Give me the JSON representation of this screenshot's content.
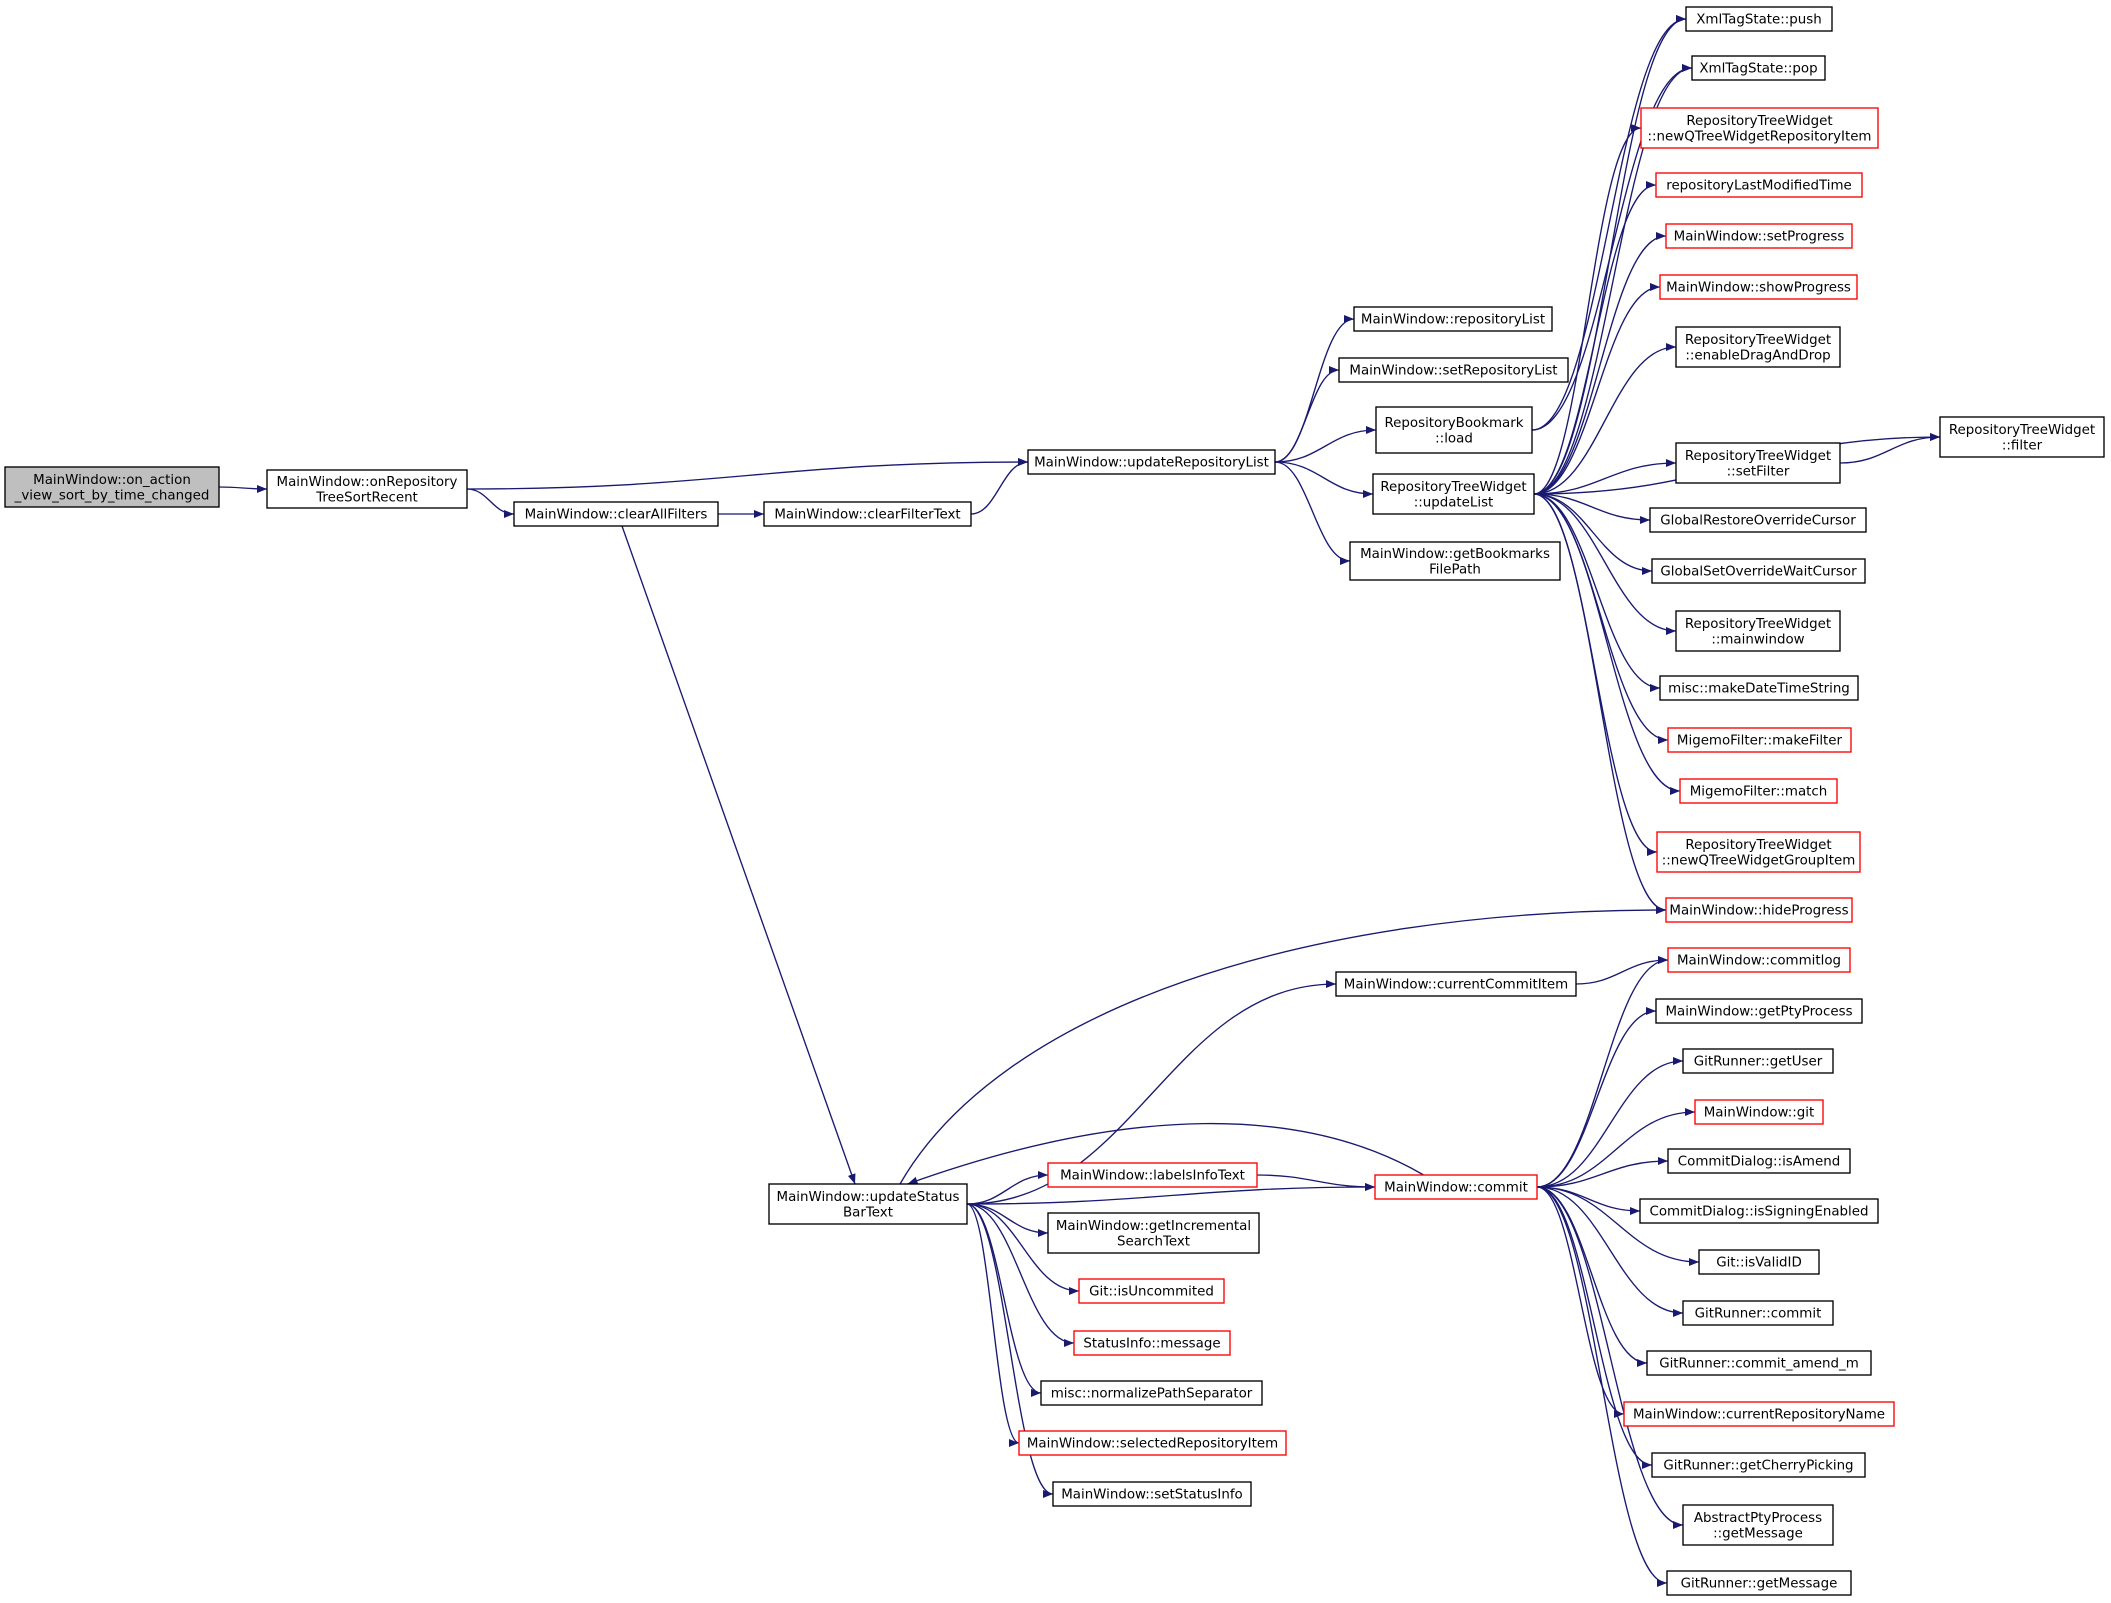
{
  "colors": {
    "edge": "#191970",
    "border_normal": "#000000",
    "border_truncated": "#ff0000",
    "root_fill": "#bfbfbf",
    "node_fill": "#ffffff"
  },
  "nodes": [
    {
      "id": "root",
      "lines": [
        "MainWindow::on_action",
        "_view_sort_by_time_changed"
      ],
      "style": "root"
    },
    {
      "id": "onRepositoryTreeSortRecent",
      "lines": [
        "MainWindow::onRepository",
        "TreeSortRecent"
      ],
      "style": "normal"
    },
    {
      "id": "clearAllFilters",
      "lines": [
        "MainWindow::clearAllFilters"
      ],
      "style": "normal"
    },
    {
      "id": "clearFilterText",
      "lines": [
        "MainWindow::clearFilterText"
      ],
      "style": "normal"
    },
    {
      "id": "updateRepositoryList",
      "lines": [
        "MainWindow::updateRepositoryList"
      ],
      "style": "normal"
    },
    {
      "id": "repositoryList",
      "lines": [
        "MainWindow::repositoryList"
      ],
      "style": "normal"
    },
    {
      "id": "setRepositoryList",
      "lines": [
        "MainWindow::setRepositoryList"
      ],
      "style": "normal"
    },
    {
      "id": "bookmarkLoad",
      "lines": [
        "RepositoryBookmark",
        "::load"
      ],
      "style": "normal"
    },
    {
      "id": "updateList",
      "lines": [
        "RepositoryTreeWidget",
        "::updateList"
      ],
      "style": "normal"
    },
    {
      "id": "getBookmarksFilePath",
      "lines": [
        "MainWindow::getBookmarks",
        "FilePath"
      ],
      "style": "normal"
    },
    {
      "id": "xmlPush",
      "lines": [
        "XmlTagState::push"
      ],
      "style": "normal"
    },
    {
      "id": "xmlPop",
      "lines": [
        "XmlTagState::pop"
      ],
      "style": "normal"
    },
    {
      "id": "newQTreeWidgetRepositoryItem",
      "lines": [
        "RepositoryTreeWidget",
        "::newQTreeWidgetRepositoryItem"
      ],
      "style": "truncated"
    },
    {
      "id": "repositoryLastModifiedTime",
      "lines": [
        "repositoryLastModifiedTime"
      ],
      "style": "truncated"
    },
    {
      "id": "setProgress",
      "lines": [
        "MainWindow::setProgress"
      ],
      "style": "truncated"
    },
    {
      "id": "showProgress",
      "lines": [
        "MainWindow::showProgress"
      ],
      "style": "truncated"
    },
    {
      "id": "enableDragAndDrop",
      "lines": [
        "RepositoryTreeWidget",
        "::enableDragAndDrop"
      ],
      "style": "normal"
    },
    {
      "id": "setFilter",
      "lines": [
        "RepositoryTreeWidget",
        "::setFilter"
      ],
      "style": "normal"
    },
    {
      "id": "filter",
      "lines": [
        "RepositoryTreeWidget",
        "::filter"
      ],
      "style": "normal"
    },
    {
      "id": "globalRestore",
      "lines": [
        "GlobalRestoreOverrideCursor"
      ],
      "style": "normal"
    },
    {
      "id": "globalSetWait",
      "lines": [
        "GlobalSetOverrideWaitCursor"
      ],
      "style": "normal"
    },
    {
      "id": "mainwindow",
      "lines": [
        "RepositoryTreeWidget",
        "::mainwindow"
      ],
      "style": "normal"
    },
    {
      "id": "makeDateTimeString",
      "lines": [
        "misc::makeDateTimeString"
      ],
      "style": "normal"
    },
    {
      "id": "makeFilter",
      "lines": [
        "MigemoFilter::makeFilter"
      ],
      "style": "truncated"
    },
    {
      "id": "match",
      "lines": [
        "MigemoFilter::match"
      ],
      "style": "truncated"
    },
    {
      "id": "newQTreeWidgetGroupItem",
      "lines": [
        "RepositoryTreeWidget",
        "::newQTreeWidgetGroupItem"
      ],
      "style": "truncated"
    },
    {
      "id": "hideProgress",
      "lines": [
        "MainWindow::hideProgress"
      ],
      "style": "truncated"
    },
    {
      "id": "updateStatusBarText",
      "lines": [
        "MainWindow::updateStatus",
        "BarText"
      ],
      "style": "normal"
    },
    {
      "id": "currentCommitItem",
      "lines": [
        "MainWindow::currentCommitItem"
      ],
      "style": "normal"
    },
    {
      "id": "labelsInfoText",
      "lines": [
        "MainWindow::labelsInfoText"
      ],
      "style": "truncated"
    },
    {
      "id": "commit",
      "lines": [
        "MainWindow::commit"
      ],
      "style": "truncated"
    },
    {
      "id": "getIncrementalSearchText",
      "lines": [
        "MainWindow::getIncremental",
        "SearchText"
      ],
      "style": "normal"
    },
    {
      "id": "isUncommited",
      "lines": [
        "Git::isUncommited"
      ],
      "style": "truncated"
    },
    {
      "id": "statusMessage",
      "lines": [
        "StatusInfo::message"
      ],
      "style": "truncated"
    },
    {
      "id": "normalizePathSeparator",
      "lines": [
        "misc::normalizePathSeparator"
      ],
      "style": "normal"
    },
    {
      "id": "selectedRepositoryItem",
      "lines": [
        "MainWindow::selectedRepositoryItem"
      ],
      "style": "truncated"
    },
    {
      "id": "setStatusInfo",
      "lines": [
        "MainWindow::setStatusInfo"
      ],
      "style": "normal"
    },
    {
      "id": "commitlog",
      "lines": [
        "MainWindow::commitlog"
      ],
      "style": "truncated"
    },
    {
      "id": "getPtyProcess",
      "lines": [
        "MainWindow::getPtyProcess"
      ],
      "style": "normal"
    },
    {
      "id": "getUser",
      "lines": [
        "GitRunner::getUser"
      ],
      "style": "normal"
    },
    {
      "id": "git",
      "lines": [
        "MainWindow::git"
      ],
      "style": "truncated"
    },
    {
      "id": "isAmend",
      "lines": [
        "CommitDialog::isAmend"
      ],
      "style": "normal"
    },
    {
      "id": "isSigningEnabled",
      "lines": [
        "CommitDialog::isSigningEnabled"
      ],
      "style": "normal"
    },
    {
      "id": "isValidID",
      "lines": [
        "Git::isValidID"
      ],
      "style": "normal"
    },
    {
      "id": "gitRunnerCommit",
      "lines": [
        "GitRunner::commit"
      ],
      "style": "normal"
    },
    {
      "id": "commitAmendM",
      "lines": [
        "GitRunner::commit_amend_m"
      ],
      "style": "normal"
    },
    {
      "id": "currentRepositoryName",
      "lines": [
        "MainWindow::currentRepositoryName"
      ],
      "style": "truncated"
    },
    {
      "id": "getCherryPicking",
      "lines": [
        "GitRunner::getCherryPicking"
      ],
      "style": "normal"
    },
    {
      "id": "abstractGetMessage",
      "lines": [
        "AbstractPtyProcess",
        "::getMessage"
      ],
      "style": "normal"
    },
    {
      "id": "gitRunnerGetMessage",
      "lines": [
        "GitRunner::getMessage"
      ],
      "style": "normal"
    }
  ],
  "edges": [
    [
      "root",
      "onRepositoryTreeSortRecent"
    ],
    [
      "onRepositoryTreeSortRecent",
      "updateRepositoryList"
    ],
    [
      "onRepositoryTreeSortRecent",
      "clearAllFilters"
    ],
    [
      "clearAllFilters",
      "clearFilterText"
    ],
    [
      "clearAllFilters",
      "updateStatusBarText"
    ],
    [
      "clearFilterText",
      "updateRepositoryList"
    ],
    [
      "updateRepositoryList",
      "repositoryList"
    ],
    [
      "updateRepositoryList",
      "setRepositoryList"
    ],
    [
      "updateRepositoryList",
      "bookmarkLoad"
    ],
    [
      "updateRepositoryList",
      "updateList"
    ],
    [
      "updateRepositoryList",
      "getBookmarksFilePath"
    ],
    [
      "bookmarkLoad",
      "xmlPush"
    ],
    [
      "bookmarkLoad",
      "xmlPop"
    ],
    [
      "updateList",
      "xmlPush"
    ],
    [
      "updateList",
      "xmlPop"
    ],
    [
      "updateList",
      "newQTreeWidgetRepositoryItem"
    ],
    [
      "updateList",
      "repositoryLastModifiedTime"
    ],
    [
      "updateList",
      "setProgress"
    ],
    [
      "updateList",
      "showProgress"
    ],
    [
      "updateList",
      "enableDragAndDrop"
    ],
    [
      "updateList",
      "filter"
    ],
    [
      "updateList",
      "setFilter"
    ],
    [
      "updateList",
      "globalRestore"
    ],
    [
      "updateList",
      "globalSetWait"
    ],
    [
      "updateList",
      "mainwindow"
    ],
    [
      "updateList",
      "makeDateTimeString"
    ],
    [
      "updateList",
      "makeFilter"
    ],
    [
      "updateList",
      "match"
    ],
    [
      "updateList",
      "newQTreeWidgetGroupItem"
    ],
    [
      "updateList",
      "hideProgress"
    ],
    [
      "setFilter",
      "filter"
    ],
    [
      "updateStatusBarText",
      "hideProgress"
    ],
    [
      "updateStatusBarText",
      "currentCommitItem"
    ],
    [
      "updateStatusBarText",
      "commit"
    ],
    [
      "updateStatusBarText",
      "labelsInfoText"
    ],
    [
      "updateStatusBarText",
      "getIncrementalSearchText"
    ],
    [
      "updateStatusBarText",
      "isUncommited"
    ],
    [
      "updateStatusBarText",
      "statusMessage"
    ],
    [
      "updateStatusBarText",
      "normalizePathSeparator"
    ],
    [
      "updateStatusBarText",
      "selectedRepositoryItem"
    ],
    [
      "updateStatusBarText",
      "setStatusInfo"
    ],
    [
      "currentCommitItem",
      "commitlog"
    ],
    [
      "labelsInfoText",
      "commit"
    ],
    [
      "commit",
      "updateStatusBarText"
    ],
    [
      "commit",
      "commitlog"
    ],
    [
      "commit",
      "getPtyProcess"
    ],
    [
      "commit",
      "getUser"
    ],
    [
      "commit",
      "git"
    ],
    [
      "commit",
      "isAmend"
    ],
    [
      "commit",
      "isSigningEnabled"
    ],
    [
      "commit",
      "isValidID"
    ],
    [
      "commit",
      "gitRunnerCommit"
    ],
    [
      "commit",
      "commitAmendM"
    ],
    [
      "commit",
      "currentRepositoryName"
    ],
    [
      "commit",
      "getCherryPicking"
    ],
    [
      "commit",
      "abstractGetMessage"
    ],
    [
      "commit",
      "gitRunnerGetMessage"
    ]
  ]
}
